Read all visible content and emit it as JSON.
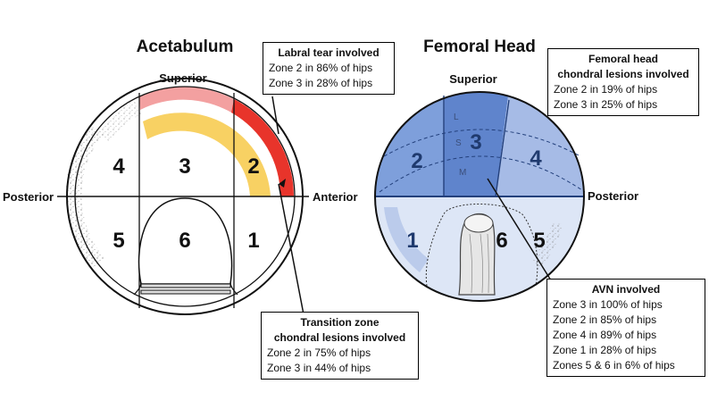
{
  "acetabulum": {
    "title": "Acetabulum",
    "superior": "Superior",
    "posterior": "Posterior",
    "anterior": "Anterior",
    "zones": [
      "1",
      "2",
      "3",
      "4",
      "5",
      "6"
    ]
  },
  "femoral_head": {
    "title": "Femoral Head",
    "superior": "Superior",
    "posterior": "Posterior",
    "zones": [
      "1",
      "2",
      "3",
      "4",
      "5",
      "6"
    ],
    "sub_labels": [
      "L",
      "S",
      "M"
    ]
  },
  "callouts": {
    "labral": {
      "heading": "Labral tear involved",
      "lines": [
        "Zone 2 in 86% of hips",
        "Zone 3 in 28% of hips"
      ]
    },
    "transition": {
      "heading_lines": [
        "Transition zone",
        "chondral lesions involved"
      ],
      "lines": [
        "Zone 2 in 75% of hips",
        "Zone 3 in 44% of hips"
      ]
    },
    "femoral": {
      "heading_lines": [
        "Femoral head",
        "chondral lesions involved"
      ],
      "lines": [
        "Zone 2 in 19% of hips",
        "Zone 3 in 25% of hips"
      ]
    },
    "avn": {
      "heading": "AVN involved",
      "lines": [
        "Zone 3 in 100% of hips",
        "Zone 2 in 85% of hips",
        "Zone 4 in 89% of hips",
        "Zone 1 in 28% of hips",
        "Zones 5 & 6 in 6% of hips"
      ]
    }
  },
  "colors": {
    "labral_red": "#e8342b",
    "labral_pink": "#f3a0a0",
    "transition_yellow": "#f7c948",
    "femoral_blue_dark": "#6b8fd3",
    "femoral_blue_mid": "#9fb5e3",
    "femoral_blue_light": "#dde6f6"
  }
}
